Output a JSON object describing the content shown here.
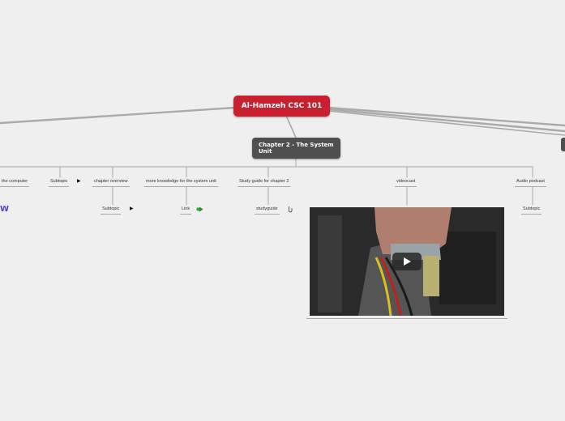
{
  "root": {
    "label": "Al-Hamzeh CSC 101"
  },
  "main_topic": {
    "label": "Chapter 2 - The System Unit"
  },
  "topics": [
    {
      "label": "the computer"
    },
    {
      "label": "Subtopic"
    },
    {
      "label": "chapter overview"
    },
    {
      "label": "more knowledge for the system unit"
    },
    {
      "label": "Study guide for chapter 2"
    },
    {
      "label": "videocast"
    },
    {
      "label": "Audio podcast"
    }
  ],
  "subtopics": [
    {
      "label": "Subtopic"
    },
    {
      "label": "Link"
    },
    {
      "label": "studyguide"
    },
    {
      "label": "Subtopic"
    }
  ],
  "icons": {
    "play_marker": "▶",
    "link_marker": "link-icon",
    "attachment_marker": "attachment-icon",
    "wiki_marker": "W",
    "video_play": "play-button-icon"
  },
  "colors": {
    "root": "#c8202f",
    "main_topic": "#4f4f4f",
    "background": "#efefef",
    "connector": "#a9a9a9",
    "link_icon": "#3aa53a",
    "wiki_icon": "#5a3ec8"
  }
}
